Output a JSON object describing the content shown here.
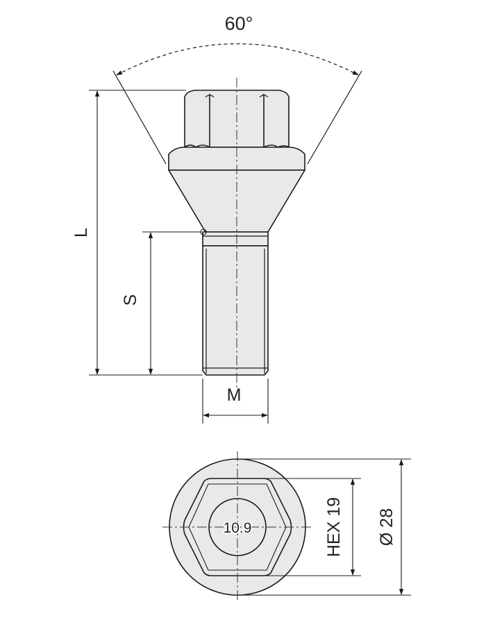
{
  "labels": {
    "angle": "60°",
    "length": "L",
    "shank": "S",
    "thread": "M",
    "grade": "10.9",
    "hex": "HEX 19",
    "diameter": "Ø 28"
  },
  "colors": {
    "line": "#1a1a1a",
    "fill": "#e9e9e9",
    "text": "#222222"
  }
}
